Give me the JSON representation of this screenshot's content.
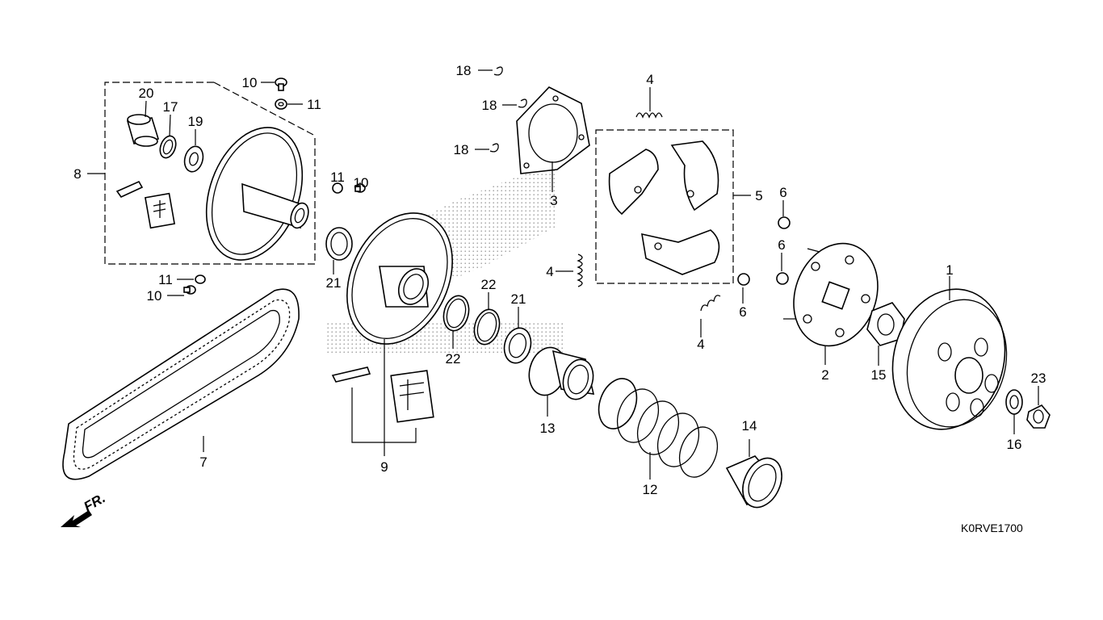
{
  "diagram": {
    "code": "K0RVE1700",
    "direction_label": "FR.",
    "callouts": [
      "1",
      "2",
      "3",
      "4",
      "4",
      "4",
      "5",
      "6",
      "6",
      "6",
      "7",
      "8",
      "9",
      "10",
      "10",
      "10",
      "11",
      "11",
      "11",
      "12",
      "13",
      "14",
      "15",
      "16",
      "17",
      "18",
      "18",
      "18",
      "19",
      "20",
      "21",
      "21",
      "22",
      "22",
      "23"
    ]
  },
  "colors": {
    "ink": "#000000",
    "paper": "#ffffff",
    "stipple": "#999999"
  }
}
